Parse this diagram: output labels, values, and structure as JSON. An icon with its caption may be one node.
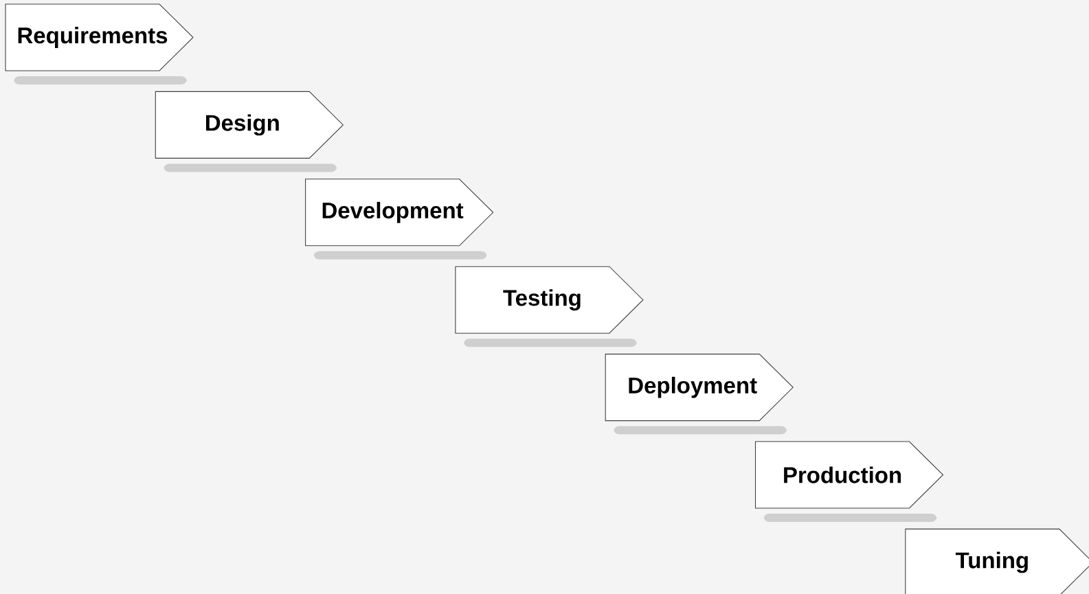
{
  "diagram": {
    "nodes": [
      {
        "text": [
          "Requirements"
        ]
      },
      {
        "text": [
          "Design"
        ]
      },
      {
        "text": [
          "Development"
        ]
      },
      {
        "text": [
          "Testing"
        ]
      },
      {
        "text": [
          "Deployment"
        ]
      },
      {
        "text": [
          "Production"
        ]
      },
      {
        "text": [
          "Tuning"
        ]
      }
    ]
  }
}
